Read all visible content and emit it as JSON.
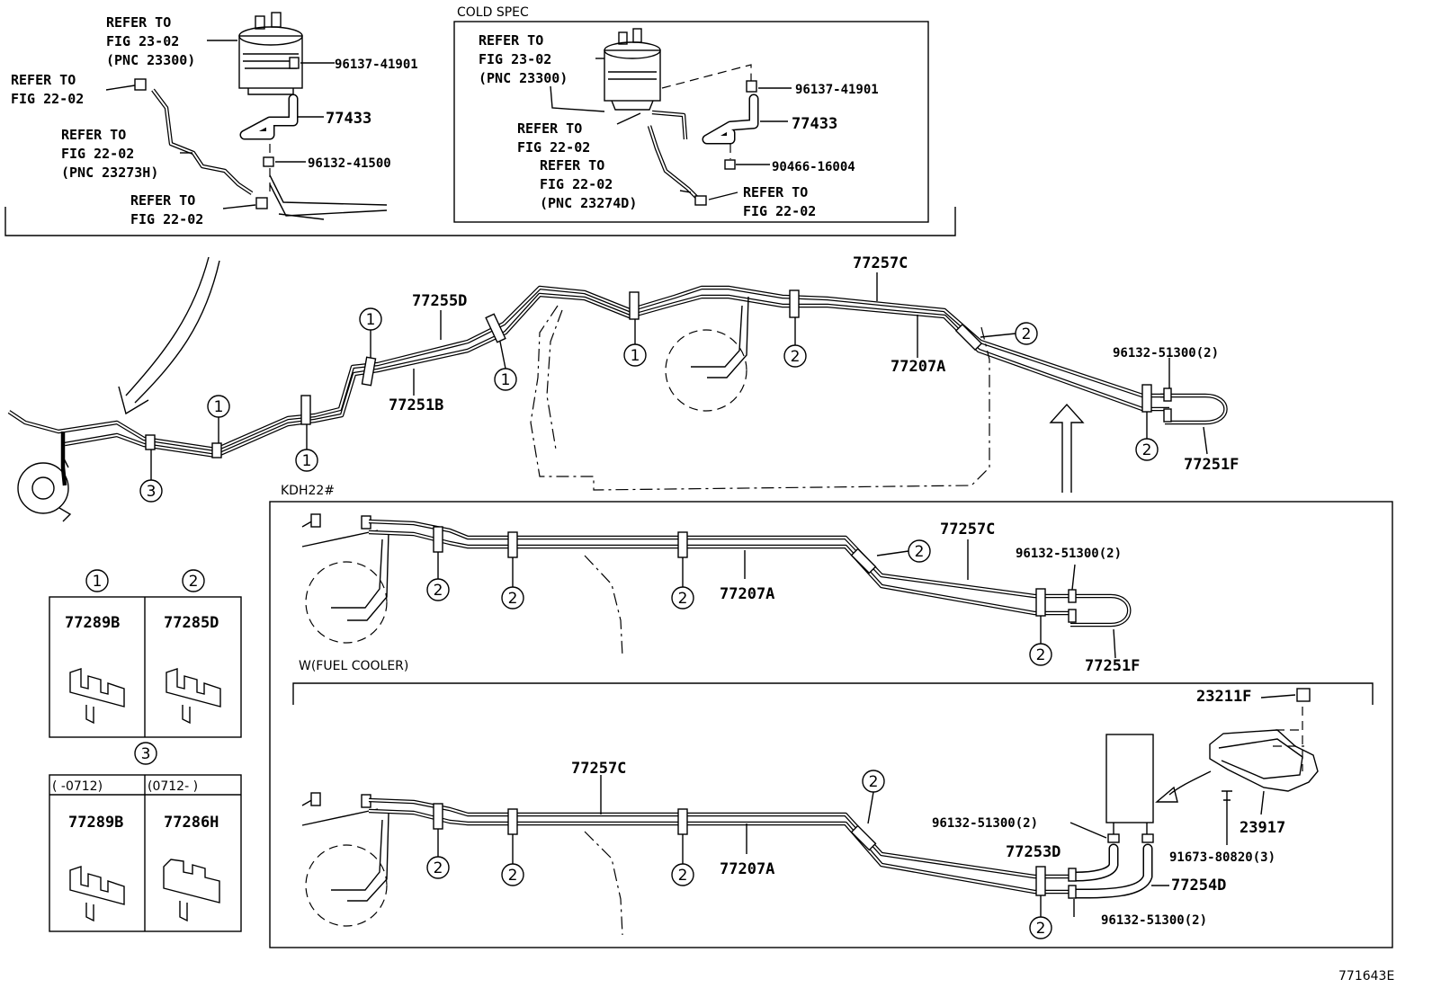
{
  "callouts": {
    "refer_23_02": "REFER TO",
    "fig_23_02": "FIG 23-02",
    "pnc_23300": "(PNC 23300)",
    "refer_22_02_a": "REFER TO",
    "fig_22_02_a": "FIG 22-02",
    "refer_22_02_b": "REFER TO",
    "fig_22_02_b": "FIG 22-02",
    "pnc_23273h": "(PNC 23273H)",
    "refer_22_02_c": "REFER TO",
    "fig_22_02_c": "FIG 22-02",
    "pn_96137": "96137-41901",
    "pn_77433": "77433",
    "pn_96132_41500": "96132-41500"
  },
  "cold_spec": {
    "title": "COLD SPEC",
    "refer_a": "REFER TO",
    "fig_a": "FIG 23-02",
    "pnc_a": "(PNC 23300)",
    "refer_b": "REFER TO",
    "fig_b": "FIG 22-02",
    "refer_c": "REFER TO",
    "fig_c": "FIG 22-02",
    "pnc_c": "(PNC 23274D)",
    "refer_d": "REFER TO",
    "fig_d": "FIG 22-02",
    "pn_96137": "96137-41901",
    "pn_77433": "77433",
    "pn_90466": "90466-16004"
  },
  "main": {
    "p77255d": "77255D",
    "p77251b": "77251B",
    "p77257c": "77257C",
    "p77207a": "77207A",
    "p96132": "96132-51300(2)",
    "p77251f": "77251F",
    "c1": "1",
    "c2": "2",
    "c3": "3"
  },
  "kdh22": {
    "title": "KDH22#",
    "p77257c": "77257C",
    "p96132": "96132-51300(2)",
    "p77207a": "77207A",
    "p77251f": "77251F"
  },
  "fuel_cooler": {
    "title": "W(FUEL COOLER)",
    "p23211f": "23211F",
    "p77257c": "77257C",
    "p96132_top": "96132-51300(2)",
    "p77253d": "77253D",
    "p77254d": "77254D",
    "p96132_bot": "96132-51300(2)",
    "p77207a": "77207A",
    "p23917": "23917",
    "p91673": "91673-80820(3)"
  },
  "clip_boxes": {
    "h1": "1",
    "h2": "2",
    "h3": "3",
    "a1": "77289B",
    "a2": "77285D",
    "d1": "(     -0712)",
    "d2": "(0712-     )",
    "b1": "77289B",
    "b2": "77286H"
  },
  "figure_id": "771643E"
}
